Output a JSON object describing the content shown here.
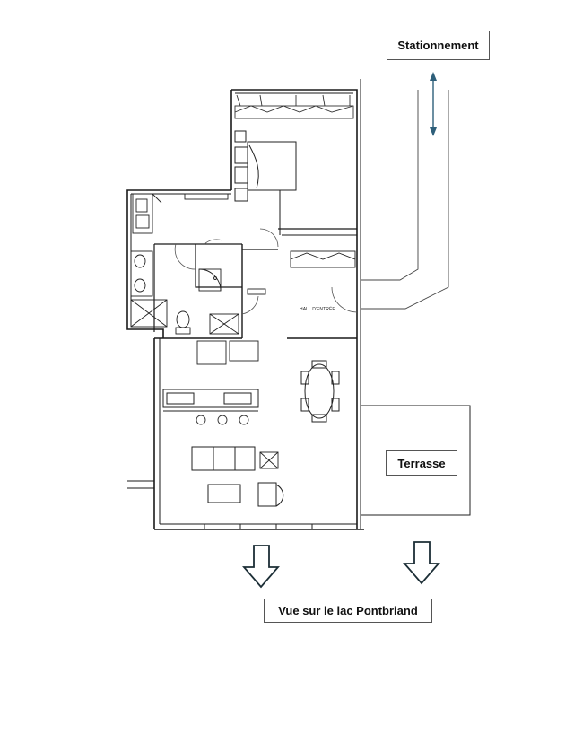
{
  "labels": {
    "parking": "Stationnement",
    "terrace": "Terrasse",
    "view": "Vue sur le lac Pontbriand",
    "hall": "HALL D'ENTRÉE"
  },
  "colors": {
    "wall": "#1a1a1a",
    "thin_line": "#444444",
    "arrow_blue": "#2e5f7a",
    "arrow_dark": "#1c2e36"
  },
  "icons": {
    "parking_arrow": "double-headed-vertical-arrow",
    "view_arrow": "down-outline-arrow"
  }
}
